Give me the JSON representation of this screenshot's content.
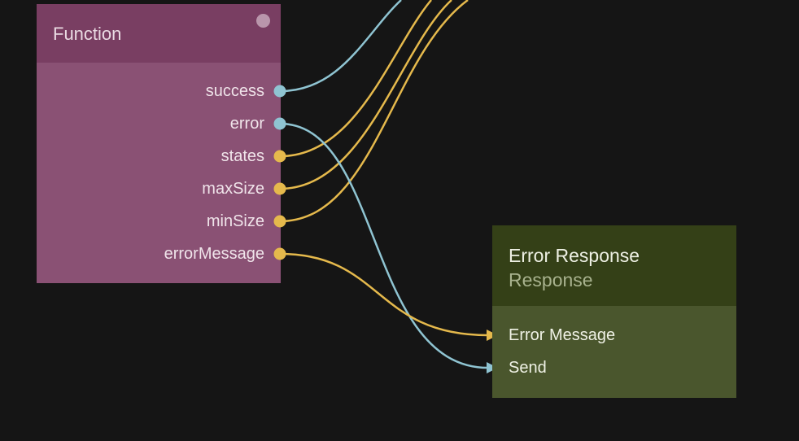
{
  "colors": {
    "background": "#151515",
    "signal_port": "#8fc4d2",
    "value_port": "#e5b94c",
    "function_node_header": "#793e62",
    "function_node_body": "#8a5174",
    "response_node_header": "#344017",
    "response_node_body": "#4a562d"
  },
  "function_node": {
    "title": "Function",
    "outputs": [
      {
        "label": "success",
        "kind": "signal"
      },
      {
        "label": "error",
        "kind": "signal"
      },
      {
        "label": "states",
        "kind": "value"
      },
      {
        "label": "maxSize",
        "kind": "value"
      },
      {
        "label": "minSize",
        "kind": "value"
      },
      {
        "label": "errorMessage",
        "kind": "value"
      }
    ]
  },
  "response_node": {
    "title": "Error Response",
    "subtitle": "Response",
    "inputs": [
      {
        "label": "Error Message",
        "kind": "value"
      },
      {
        "label": "Send",
        "kind": "signal"
      }
    ]
  },
  "connections": [
    {
      "from": "success",
      "to": "offscreen"
    },
    {
      "from": "states",
      "to": "offscreen"
    },
    {
      "from": "maxSize",
      "to": "offscreen"
    },
    {
      "from": "minSize",
      "to": "offscreen"
    },
    {
      "from": "error",
      "to": "Send"
    },
    {
      "from": "errorMessage",
      "to": "Error Message"
    }
  ]
}
